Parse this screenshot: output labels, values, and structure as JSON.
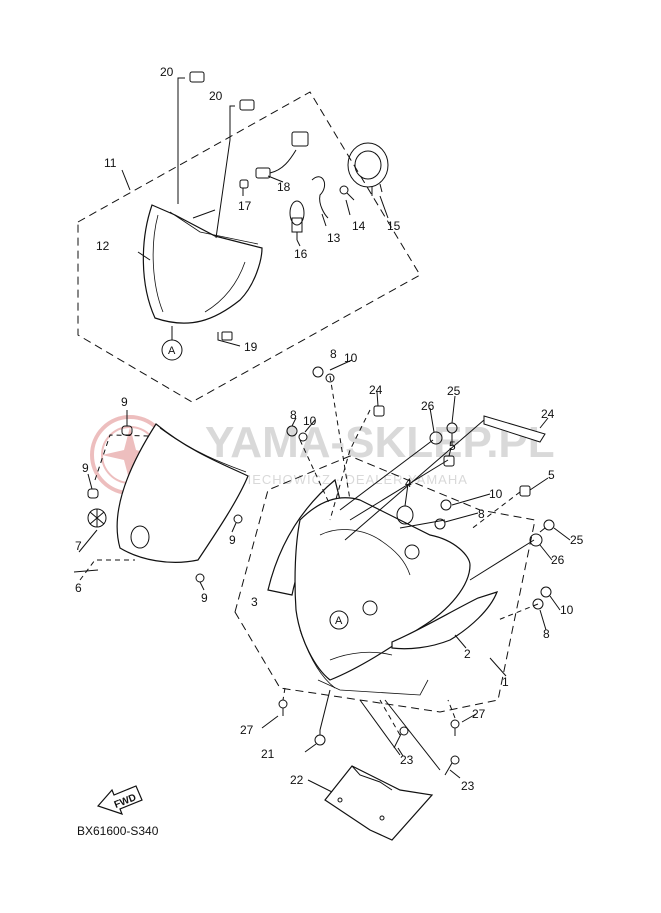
{
  "watermark": {
    "title": "YAMA-SKLEP.PL",
    "subtitle": "WYSIECHOWICZ · DEALER YAMAHA",
    "logo_color": "#e08a8a",
    "text_color": "#d9d9d9"
  },
  "diagram_code": "BX61600-S340",
  "fwd_label": "FWD",
  "ref_marker": "A",
  "callouts": [
    {
      "id": "c-20a",
      "text": "20"
    },
    {
      "id": "c-20b",
      "text": "20"
    },
    {
      "id": "c-11",
      "text": "11"
    },
    {
      "id": "c-18",
      "text": "18"
    },
    {
      "id": "c-17",
      "text": "17"
    },
    {
      "id": "c-13",
      "text": "13"
    },
    {
      "id": "c-14",
      "text": "14"
    },
    {
      "id": "c-15",
      "text": "15"
    },
    {
      "id": "c-12",
      "text": "12"
    },
    {
      "id": "c-16",
      "text": "16"
    },
    {
      "id": "c-19",
      "text": "19"
    },
    {
      "id": "c-8a",
      "text": "8"
    },
    {
      "id": "c-10a",
      "text": "10"
    },
    {
      "id": "c-24a",
      "text": "24"
    },
    {
      "id": "c-26a",
      "text": "26"
    },
    {
      "id": "c-25a",
      "text": "25"
    },
    {
      "id": "c-24b",
      "text": "24"
    },
    {
      "id": "c-9a",
      "text": "9"
    },
    {
      "id": "c-8b",
      "text": "8"
    },
    {
      "id": "c-10b",
      "text": "10"
    },
    {
      "id": "c-5a",
      "text": "5"
    },
    {
      "id": "c-9b",
      "text": "9"
    },
    {
      "id": "c-4",
      "text": "4"
    },
    {
      "id": "c-10c",
      "text": "10"
    },
    {
      "id": "c-5b",
      "text": "5"
    },
    {
      "id": "c-8c",
      "text": "8"
    },
    {
      "id": "c-9c",
      "text": "9"
    },
    {
      "id": "c-7",
      "text": "7"
    },
    {
      "id": "c-25b",
      "text": "25"
    },
    {
      "id": "c-6",
      "text": "6"
    },
    {
      "id": "c-26b",
      "text": "26"
    },
    {
      "id": "c-9d",
      "text": "9"
    },
    {
      "id": "c-3",
      "text": "3"
    },
    {
      "id": "c-10d",
      "text": "10"
    },
    {
      "id": "c-8d",
      "text": "8"
    },
    {
      "id": "c-2",
      "text": "2"
    },
    {
      "id": "c-1",
      "text": "1"
    },
    {
      "id": "c-27a",
      "text": "27"
    },
    {
      "id": "c-27b",
      "text": "27"
    },
    {
      "id": "c-21",
      "text": "21"
    },
    {
      "id": "c-23a",
      "text": "23"
    },
    {
      "id": "c-22",
      "text": "22"
    },
    {
      "id": "c-23b",
      "text": "23"
    }
  ]
}
